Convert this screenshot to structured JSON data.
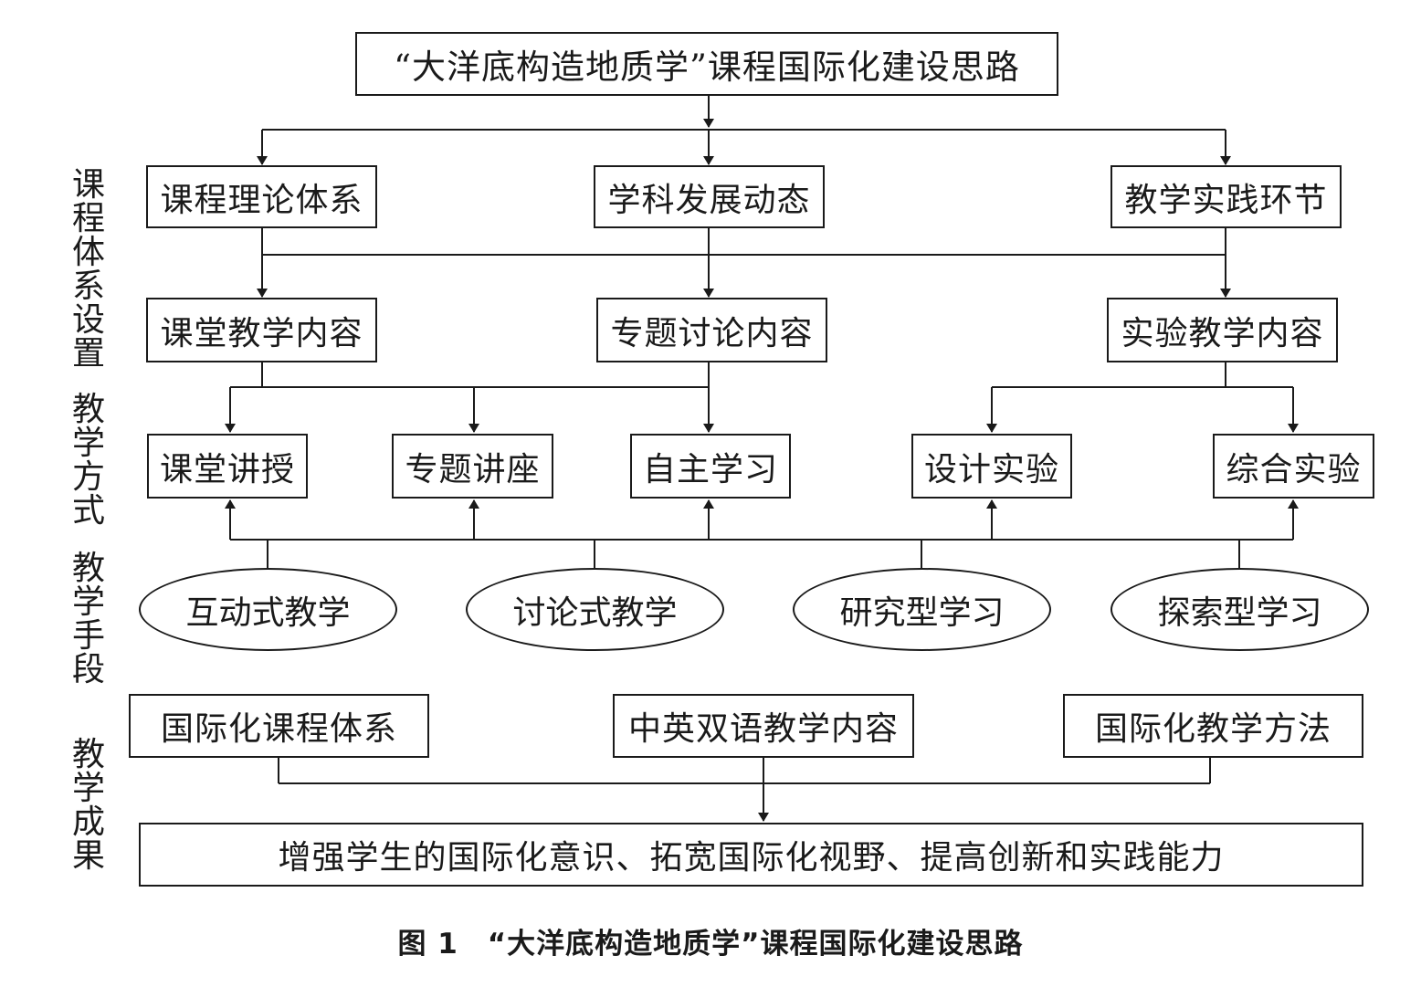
{
  "title": "“大洋底构造地质学”课程国际化建设思路",
  "side_labels": {
    "course_system": "课程体系设置",
    "teaching_mode": "教学方式",
    "teaching_means": "教学手段",
    "teaching_result": "教学成果"
  },
  "level1": {
    "theory": "课程理论体系",
    "frontier": "学科发展动态",
    "practice": "教学实践环节"
  },
  "level2": {
    "classroom": "课堂教学内容",
    "seminar": "专题讨论内容",
    "experiment": "实验教学内容"
  },
  "level3": {
    "lecture": "课堂讲授",
    "topic_lecture": "专题讲座",
    "self_study": "自主学习",
    "design_exp": "设计实验",
    "comprehensive_exp": "综合实验"
  },
  "means": {
    "interactive": "互动式教学",
    "discussion": "讨论式教学",
    "research": "研究型学习",
    "exploratory": "探索型学习"
  },
  "results": {
    "intl_system": "国际化课程体系",
    "bilingual": "中英双语教学内容",
    "intl_method": "国际化教学方法"
  },
  "final": "增强学生的国际化意识、拓宽国际化视野、提高创新和实践能力",
  "caption": "图 1　“大洋底构造地质学”课程国际化建设思路"
}
